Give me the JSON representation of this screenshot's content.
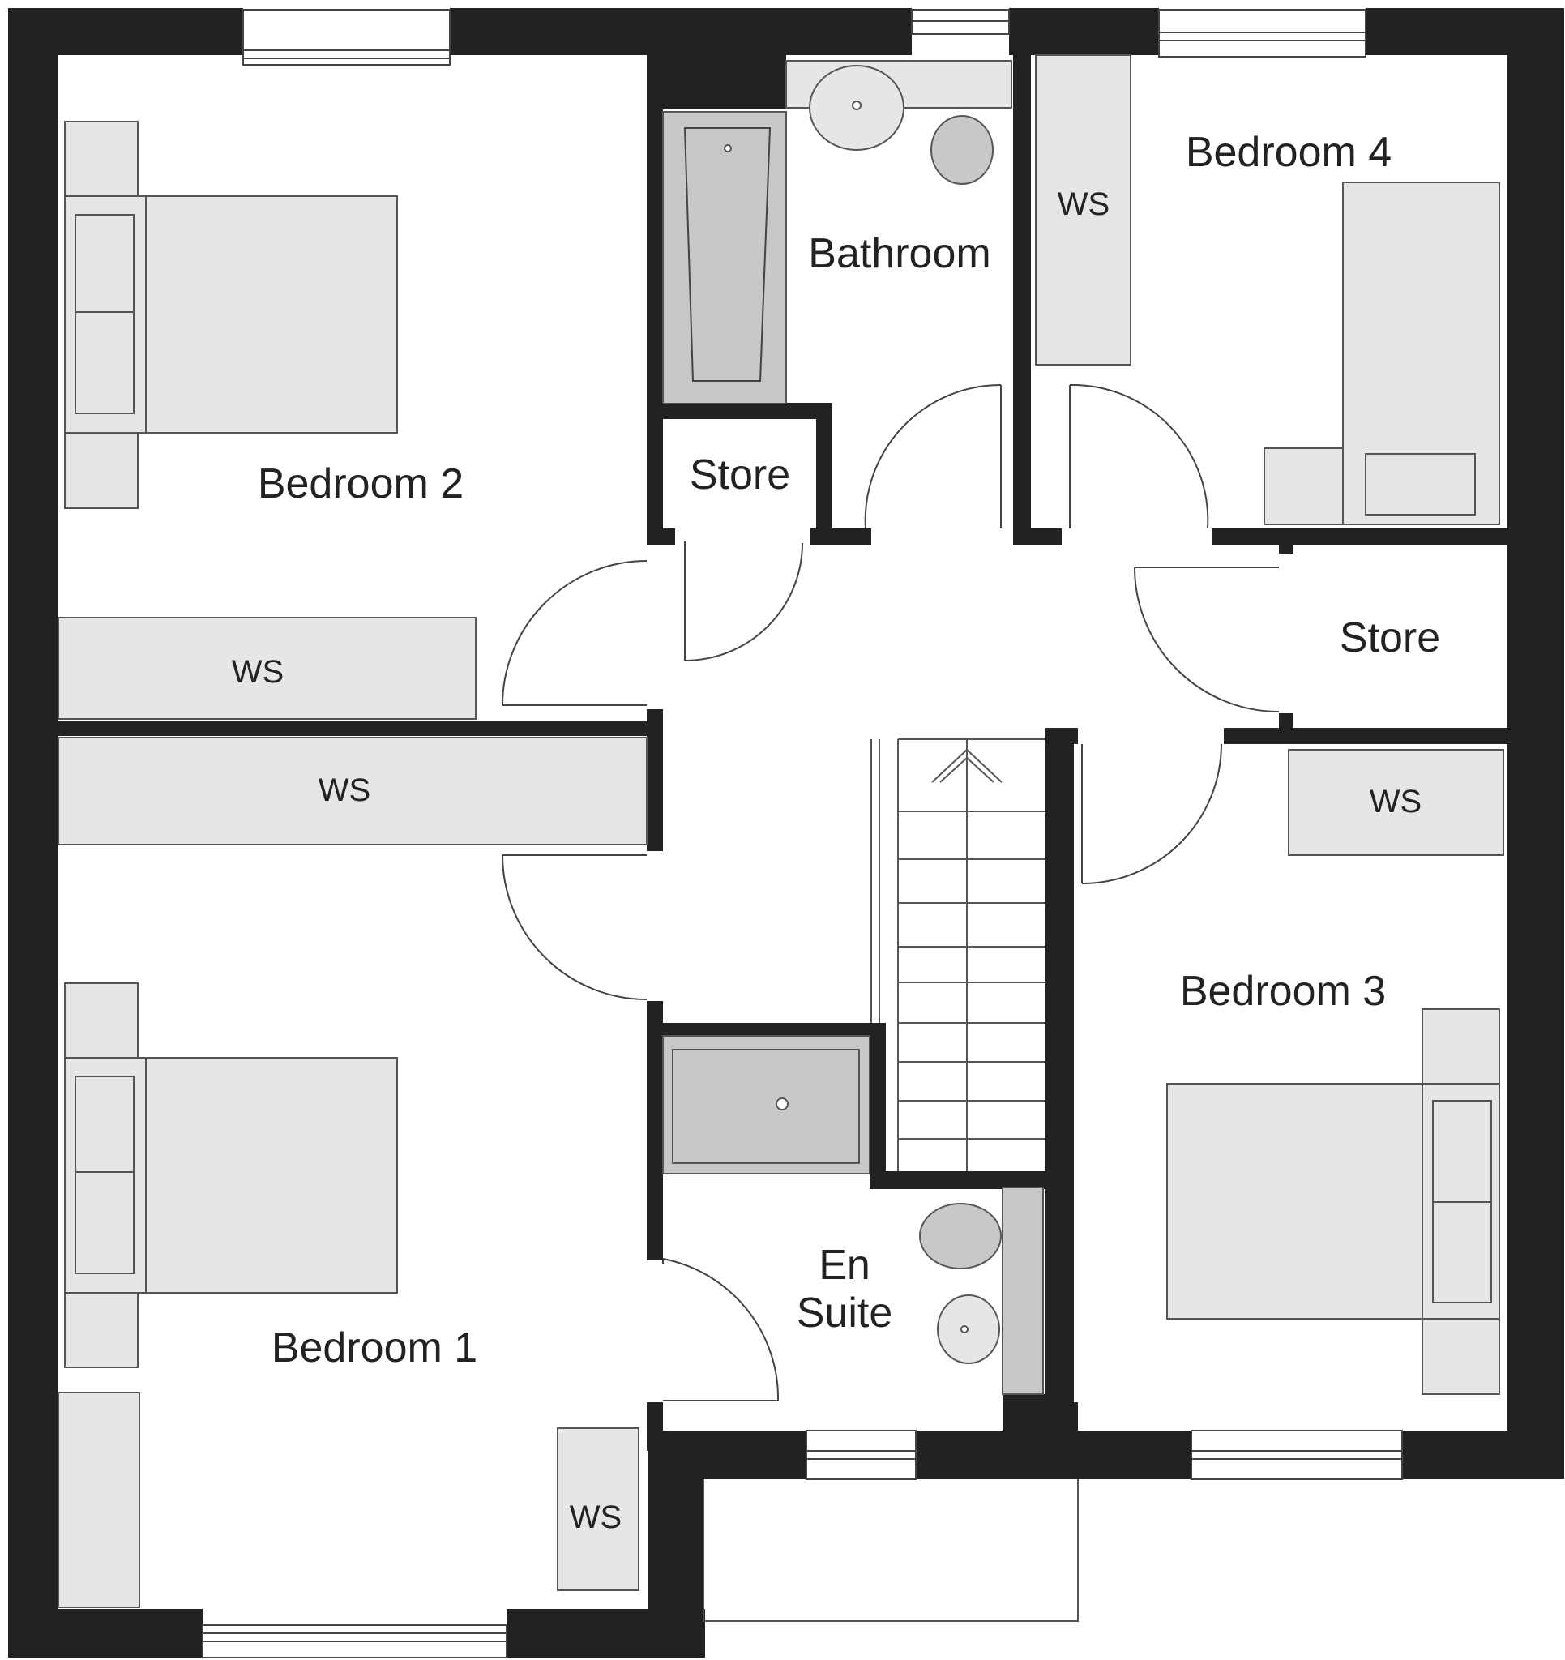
{
  "rooms": {
    "bedroom_2": "Bedroom 2",
    "bathroom": "Bathroom",
    "bedroom_4": "Bedroom 4",
    "store_left": "Store",
    "store_right": "Store",
    "bedroom_1": "Bedroom 1",
    "bedroom_3": "Bedroom 3",
    "en_suite_line1": "En",
    "en_suite_line2": "Suite"
  },
  "wardrobes": {
    "ws_bed2": "WS",
    "ws_bed1_top": "WS",
    "ws_bed4": "WS",
    "ws_bed3": "WS",
    "ws_bed1_bottom": "WS"
  },
  "colors": {
    "wall": "#222222",
    "furniture_fill": "#e6e6e6",
    "sanitary_fill": "#c8c8c8",
    "line": "#444444",
    "background": "#ffffff"
  }
}
